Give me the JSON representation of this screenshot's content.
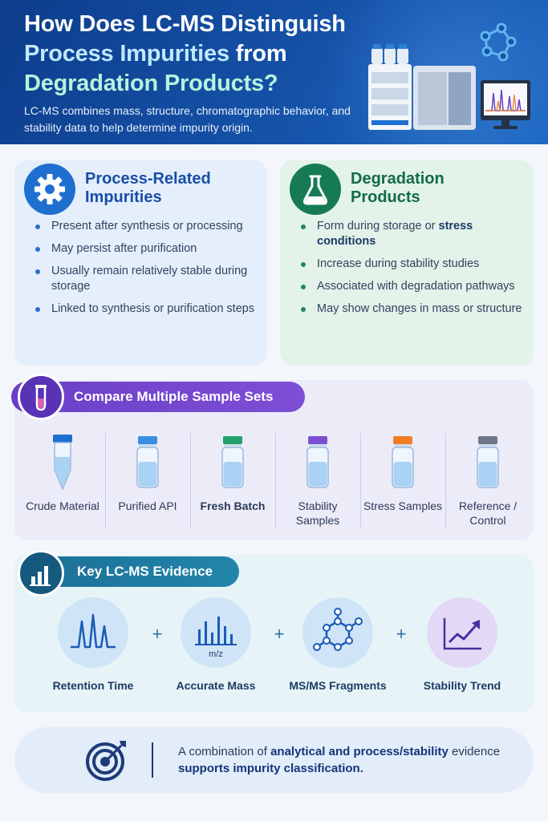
{
  "header": {
    "title_line1": "How Does LC-MS Distinguish",
    "title_line2_accent": "Process Impurities",
    "title_line2_rest": " from",
    "title_line3": "Degradation Products?",
    "subtitle": "LC-MS combines mass, structure, chromatographic behavior, and stability data to help determine impurity origin."
  },
  "process_card": {
    "title": "Process-Related Impurities",
    "icon": "gear-icon",
    "bullets": [
      "Present after synthesis or processing",
      "May persist after purification",
      "Usually remain relatively stable during storage",
      "Linked to synthesis or purification steps"
    ]
  },
  "degradation_card": {
    "title": "Degradation Products",
    "icon": "flask-icon",
    "bullet1_pre": "Form during storage or ",
    "bullet1_em": "stress conditions",
    "bullets": [
      "Increase during stability studies",
      "Associated with degradation pathways",
      "May show changes in mass or structure"
    ]
  },
  "samples": {
    "heading": "Compare Multiple Sample Sets",
    "icon": "test-tube-icon",
    "items": [
      {
        "label": "Crude Material",
        "cap_color": "#1f6fd1"
      },
      {
        "label": "Purified API",
        "cap_color": "#3a8ee0"
      },
      {
        "label": "Fresh Batch",
        "cap_color": "#22a06b"
      },
      {
        "label": "Stability Samples",
        "cap_color": "#7b4fd1"
      },
      {
        "label": "Stress Samples",
        "cap_color": "#f07d24"
      },
      {
        "label": "Reference / Control",
        "cap_color": "#6e7787"
      }
    ]
  },
  "evidence": {
    "heading": "Key LC-MS Evidence",
    "icon": "bar-chart-icon",
    "items": [
      {
        "label": "Retention Time",
        "icon": "chromatogram-icon"
      },
      {
        "label": "Accurate Mass",
        "icon": "mass-spectrum-icon",
        "axis_text": "m/z"
      },
      {
        "label": "MS/MS Fragments",
        "icon": "molecule-icon"
      },
      {
        "label": "Stability Trend",
        "icon": "trend-up-icon"
      }
    ],
    "plus": "+"
  },
  "footer": {
    "icon": "target-icon",
    "text_pre": "A combination of ",
    "text_b1": "analytical and process/stability",
    "text_mid": " evidence ",
    "text_b2": "supports impurity classification."
  },
  "colors": {
    "header_blue": "#1552a8",
    "process_blue": "#1e6fd0",
    "degradation_green": "#167a55",
    "sample_purple": "#6a3fc6",
    "evidence_teal": "#1b6f97"
  }
}
